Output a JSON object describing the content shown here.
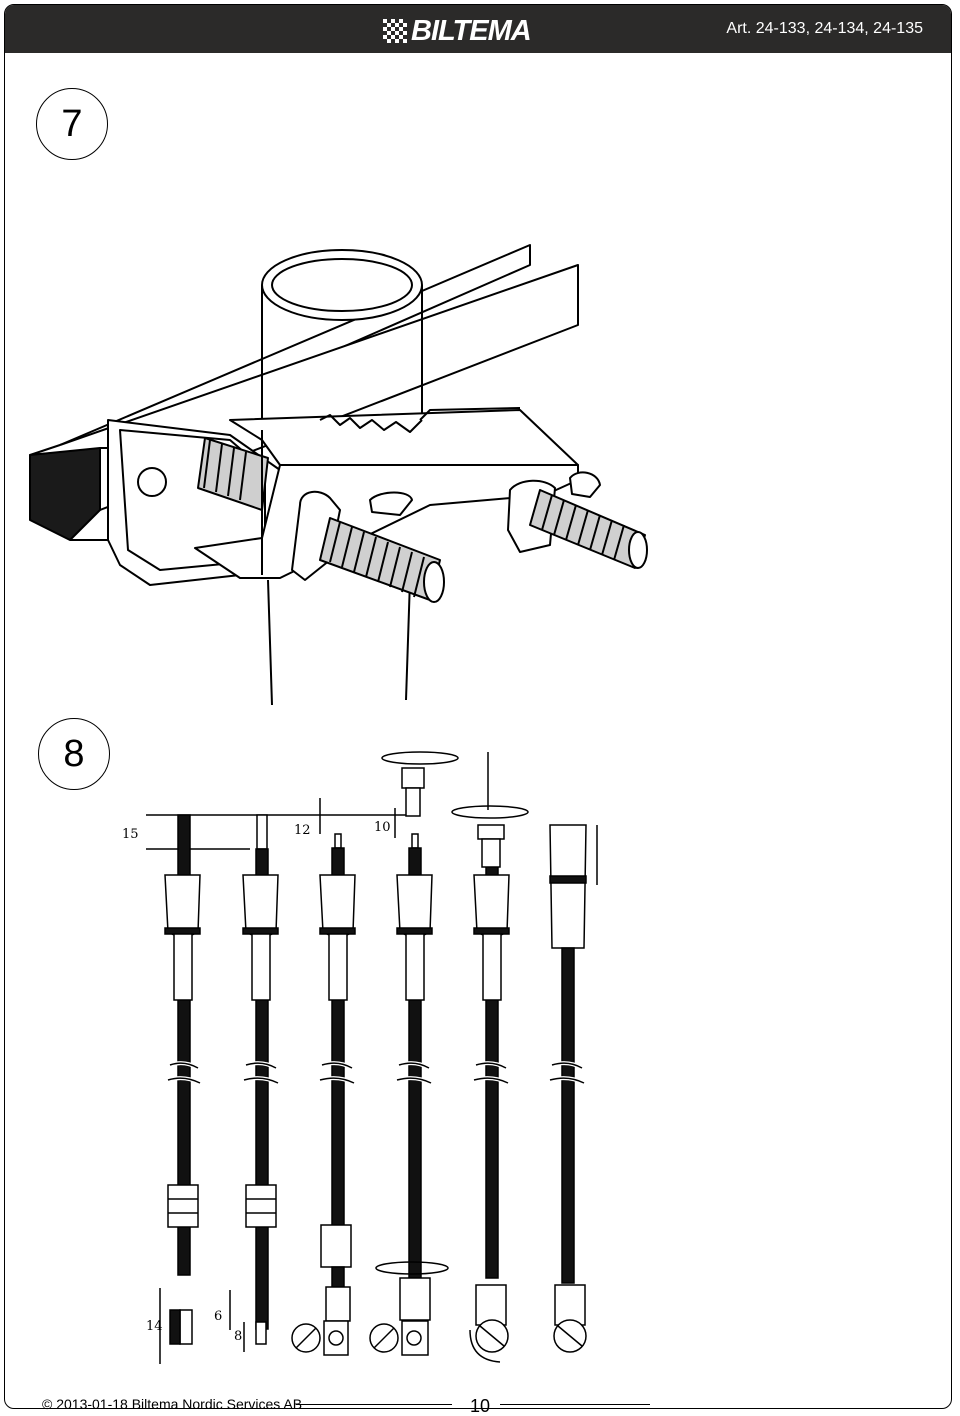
{
  "header": {
    "brand": "BILTEMA",
    "article_numbers": "Art. 24-133, 24-134, 24-135"
  },
  "steps": [
    {
      "number": "7",
      "illustration": "pole-mount-clamp-with-wing-nuts"
    },
    {
      "number": "8",
      "illustration": "coaxial-cable-connector-assembly-sequence"
    }
  ],
  "dimensions": {
    "strip_length": "15",
    "sleeve_offset": "12",
    "pin_length": "10",
    "end_strip": "14",
    "jacket_strip": "6",
    "conductor_length": "8"
  },
  "footer": {
    "copyright": "© 2013-01-18 Biltema Nordic Services AB",
    "page_number": "10"
  },
  "colors": {
    "header_bg": "#2b2a29",
    "header_text": "#ffffff",
    "line": "#000000"
  }
}
